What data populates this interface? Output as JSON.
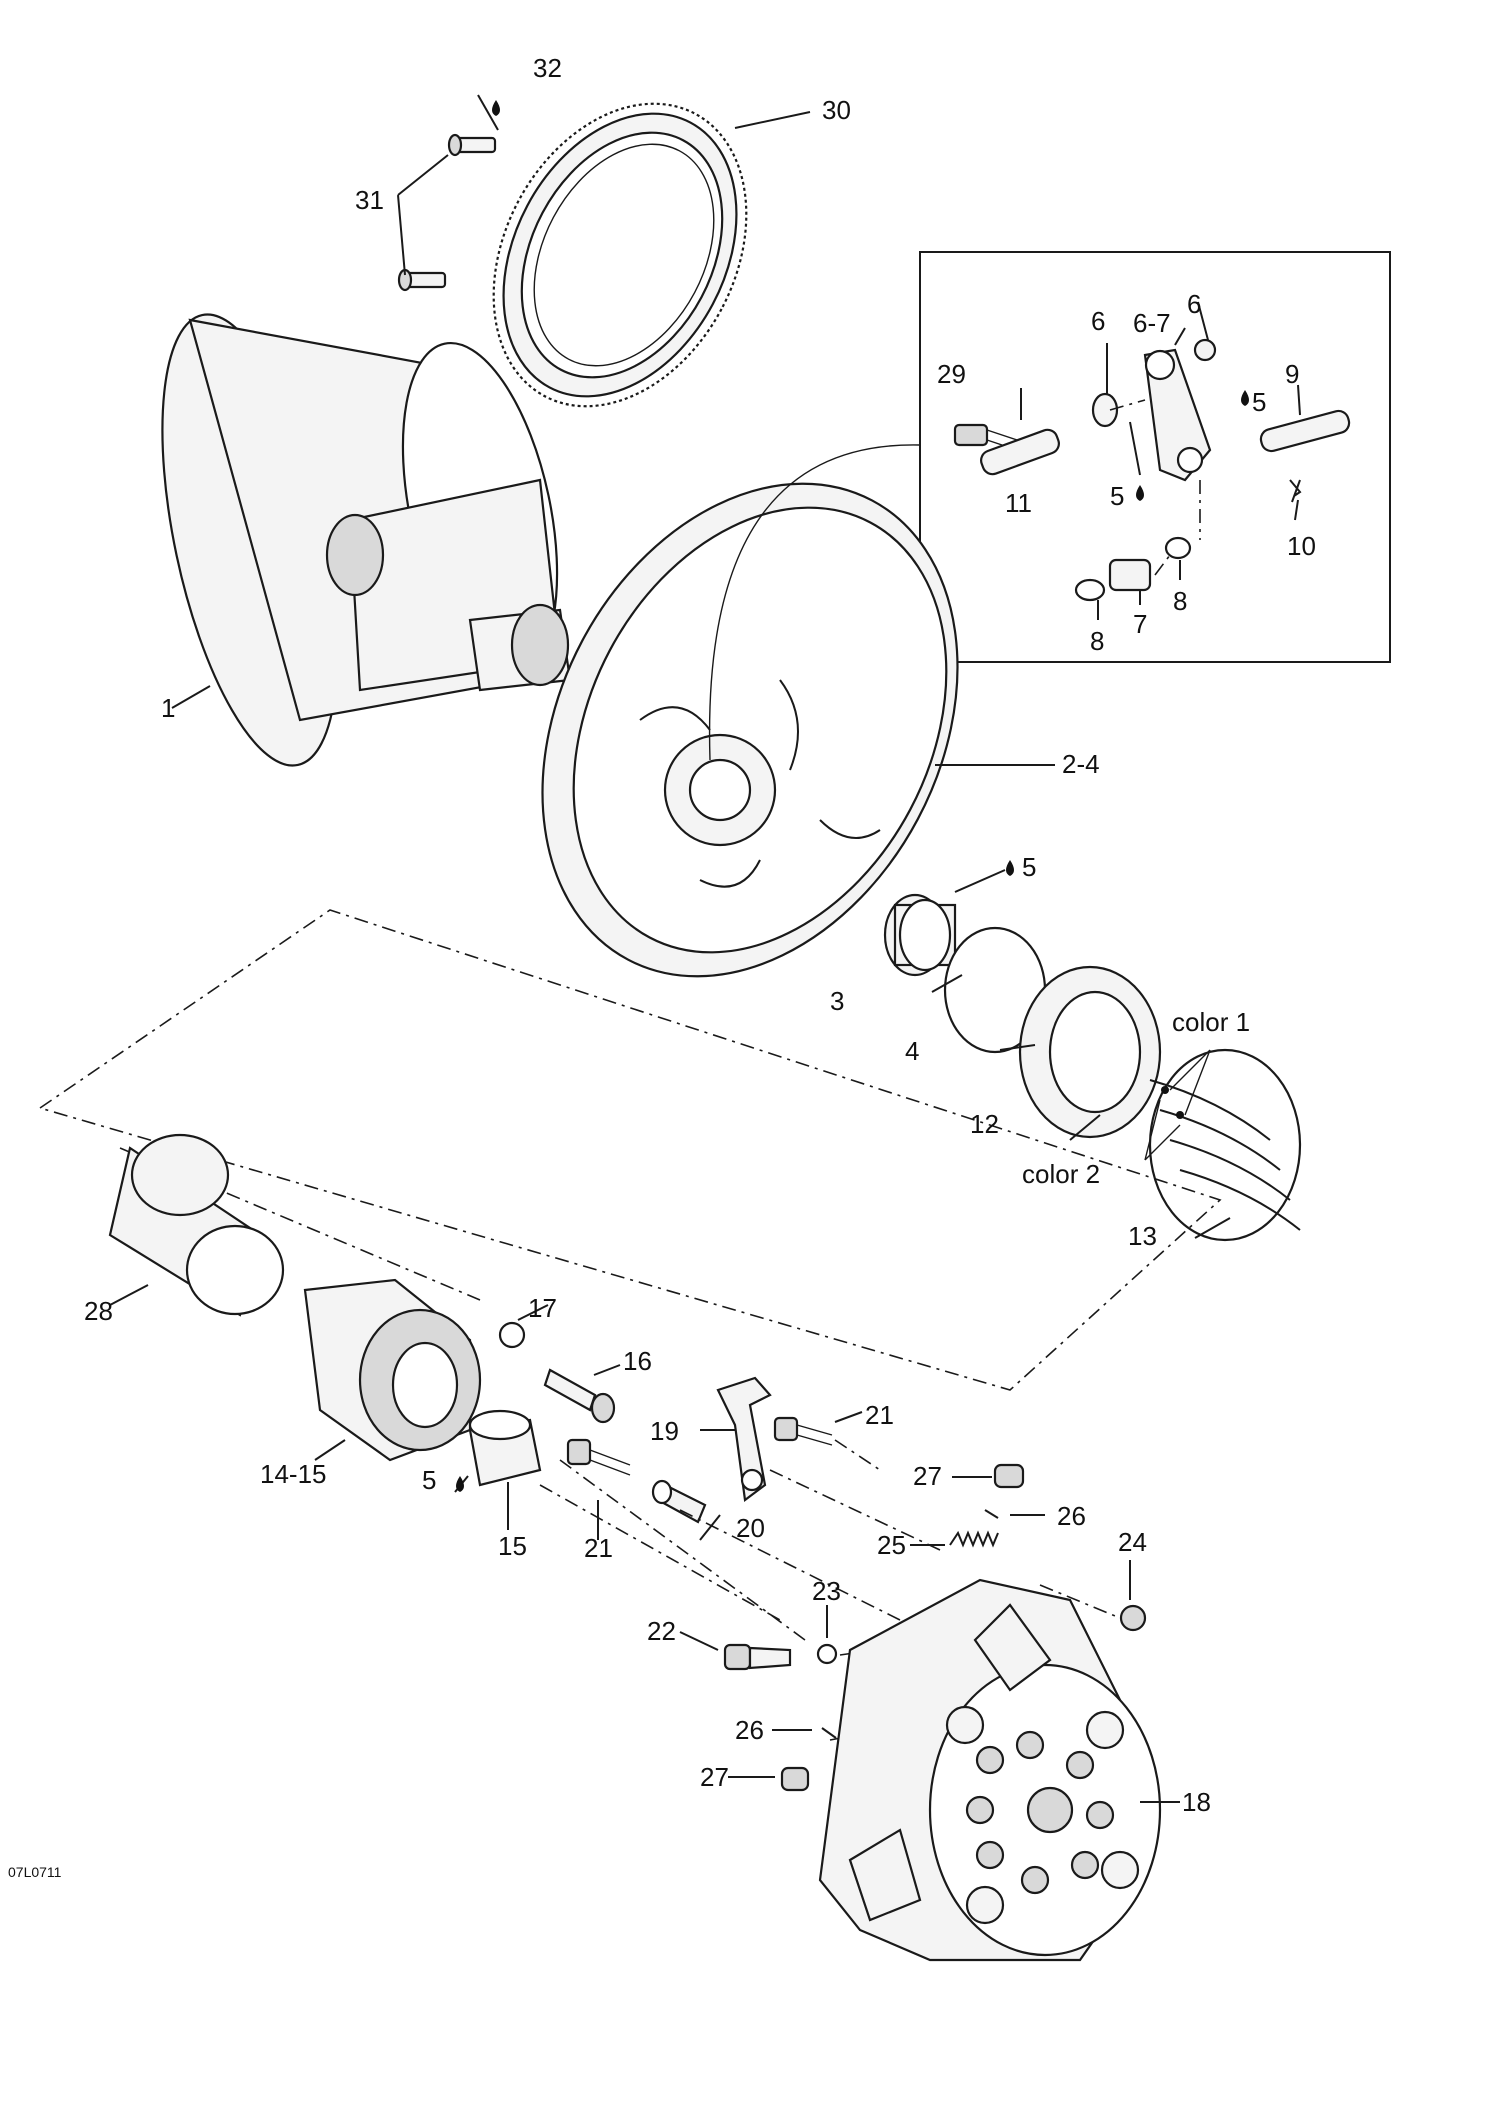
{
  "figure_code": "07L0711",
  "callouts": [
    {
      "id": "32",
      "text": "32"
    },
    {
      "id": "30",
      "text": "30"
    },
    {
      "id": "31",
      "text": "31"
    },
    {
      "id": "29",
      "text": "29"
    },
    {
      "id": "6a",
      "text": "6"
    },
    {
      "id": "67",
      "text": "6-7"
    },
    {
      "id": "6b",
      "text": "6"
    },
    {
      "id": "9",
      "text": "9"
    },
    {
      "id": "5a",
      "text": "5"
    },
    {
      "id": "11",
      "text": "11"
    },
    {
      "id": "5b",
      "text": "5"
    },
    {
      "id": "10",
      "text": "10"
    },
    {
      "id": "8a",
      "text": "8"
    },
    {
      "id": "7",
      "text": "7"
    },
    {
      "id": "8b",
      "text": "8"
    },
    {
      "id": "1",
      "text": "1"
    },
    {
      "id": "24p",
      "text": "2-4"
    },
    {
      "id": "5c",
      "text": "5"
    },
    {
      "id": "3",
      "text": "3"
    },
    {
      "id": "4",
      "text": "4"
    },
    {
      "id": "color1",
      "text": "color 1"
    },
    {
      "id": "12",
      "text": "12"
    },
    {
      "id": "color2",
      "text": "color 2"
    },
    {
      "id": "13",
      "text": "13"
    },
    {
      "id": "28",
      "text": "28"
    },
    {
      "id": "17",
      "text": "17"
    },
    {
      "id": "16",
      "text": "16"
    },
    {
      "id": "19",
      "text": "19"
    },
    {
      "id": "21a",
      "text": "21"
    },
    {
      "id": "1415",
      "text": "14-15"
    },
    {
      "id": "5d",
      "text": "5"
    },
    {
      "id": "15",
      "text": "15"
    },
    {
      "id": "21b",
      "text": "21"
    },
    {
      "id": "20",
      "text": "20"
    },
    {
      "id": "27a",
      "text": "27"
    },
    {
      "id": "26a",
      "text": "26"
    },
    {
      "id": "25",
      "text": "25"
    },
    {
      "id": "24",
      "text": "24"
    },
    {
      "id": "23",
      "text": "23"
    },
    {
      "id": "22",
      "text": "22"
    },
    {
      "id": "26b",
      "text": "26"
    },
    {
      "id": "27b",
      "text": "27"
    },
    {
      "id": "18",
      "text": "18"
    }
  ]
}
